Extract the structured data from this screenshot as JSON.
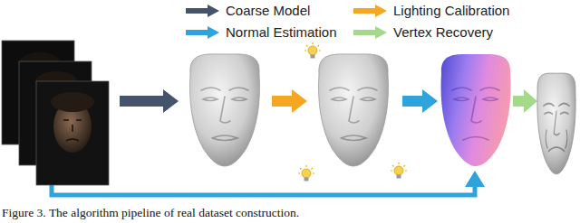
{
  "diagram": {
    "caption": "Figure 3. The algorithm pipeline of real dataset construction.",
    "legend": [
      {
        "text": "Coarse Model",
        "color": "#44546a"
      },
      {
        "text": "Lighting Calibration",
        "color": "#f5a623"
      },
      {
        "text": "Normal Estimation",
        "color": "#2ea3dc"
      },
      {
        "text": "Vertex Recovery",
        "color": "#a5d98a"
      }
    ]
  }
}
